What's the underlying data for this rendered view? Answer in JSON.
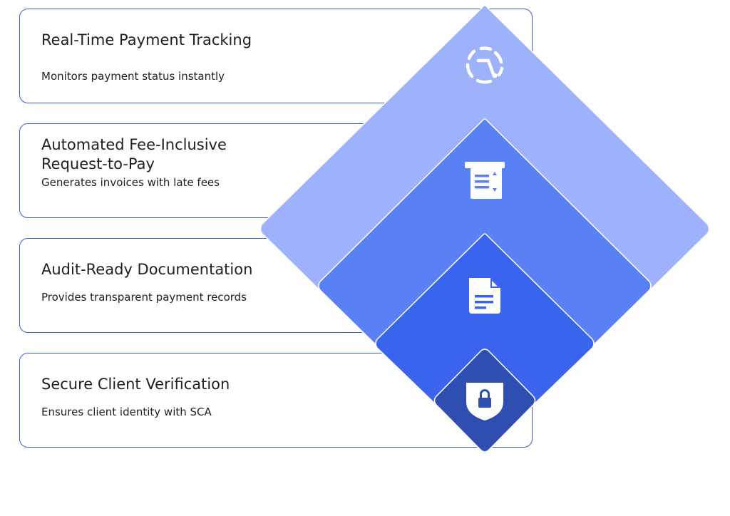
{
  "features": [
    {
      "title": "Real-Time Payment Tracking",
      "description": "Monitors payment status instantly",
      "icon": "clock-tracking-icon"
    },
    {
      "title": "Automated Fee-Inclusive Request-to-Pay",
      "description": "Generates invoices with late fees",
      "icon": "invoice-receipt-icon"
    },
    {
      "title": "Audit-Ready Documentation",
      "description": "Provides transparent payment records",
      "icon": "document-icon"
    },
    {
      "title": "Secure Client Verification",
      "description": "Ensures client identity with SCA",
      "icon": "shield-lock-icon"
    }
  ],
  "colors": {
    "layer1": "#9db2fb",
    "layer2": "#5a80f6",
    "layer3": "#3b64ee",
    "layer4": "#2f4fb0",
    "card_border": "#3b5bdb",
    "icon": "#ffffff"
  }
}
